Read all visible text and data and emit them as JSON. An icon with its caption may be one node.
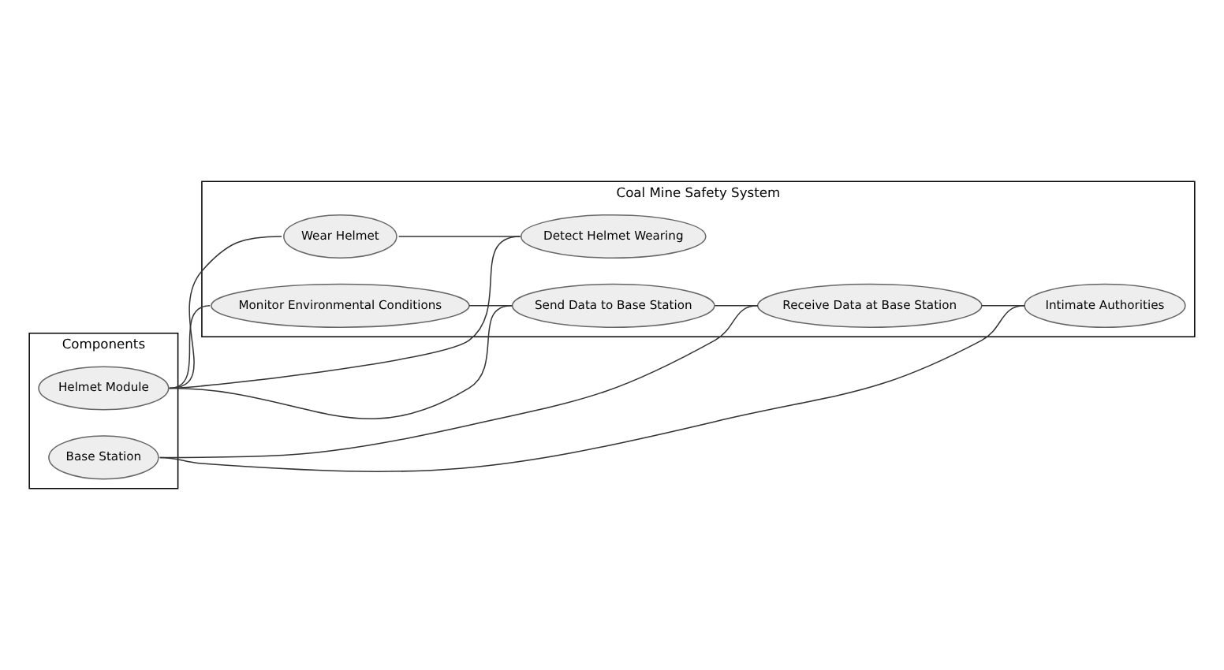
{
  "diagram": {
    "nodes": [
      {
        "text": [
          "Coal Mine Safety System"
        ]
      },
      {
        "text": [
          "Wear Helmet"
        ],
        "in": 0
      },
      {
        "text": [
          "Detect Helmet Wearing"
        ],
        "in": 0
      },
      {
        "text": [
          "Monitor Environmental Conditions"
        ],
        "in": 0
      },
      {
        "text": [
          "Send Data to Base Station"
        ],
        "in": 0
      },
      {
        "text": [
          "Receive Data at Base Station"
        ],
        "in": 0
      },
      {
        "text": [
          "Intimate Authorities"
        ],
        "in": 0
      },
      {
        "text": [
          "Components"
        ]
      },
      {
        "text": [
          "Helmet Module"
        ],
        "in": 7
      },
      {
        "text": [
          "Base Station"
        ],
        "in": 7
      }
    ],
    "edges": [
      {
        "from": 1,
        "to": 2,
        "arrow": "none"
      },
      {
        "from": 3,
        "to": 4,
        "arrow": "none"
      },
      {
        "from": 4,
        "to": 5,
        "arrow": "none"
      },
      {
        "from": 5,
        "to": 6,
        "arrow": "none"
      },
      {
        "from": 8,
        "to": 1,
        "arrow": "none"
      },
      {
        "from": 8,
        "to": 3,
        "arrow": "none"
      },
      {
        "from": 8,
        "to": 2,
        "arrow": "none"
      },
      {
        "from": 8,
        "to": 4,
        "arrow": "none"
      },
      {
        "from": 9,
        "to": 5,
        "arrow": "none"
      },
      {
        "from": 9,
        "to": 6,
        "arrow": "none"
      }
    ]
  }
}
